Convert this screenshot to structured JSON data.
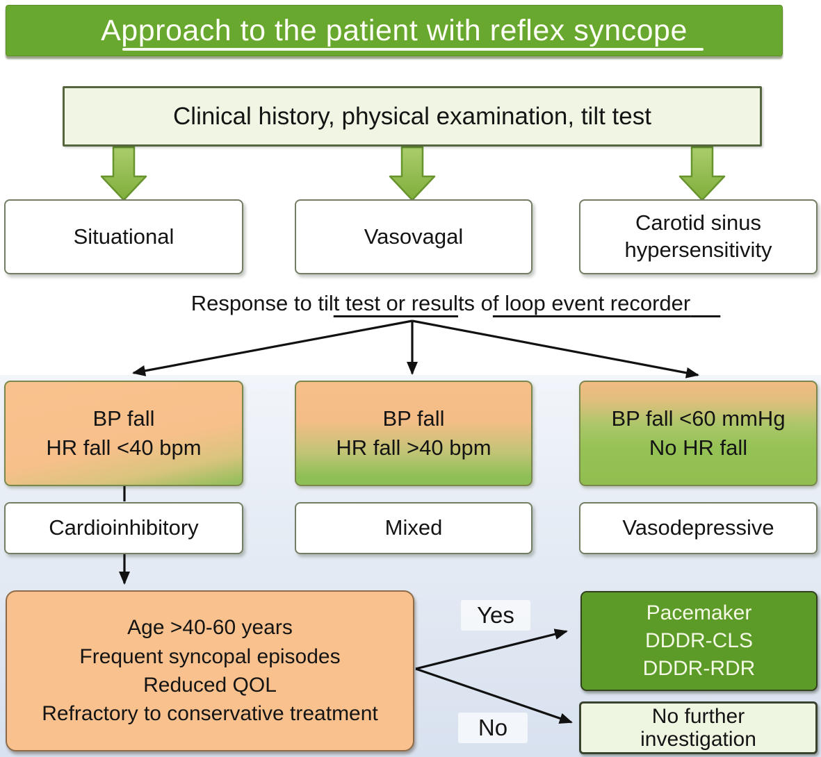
{
  "title": "Approach to the patient with reflex syncope",
  "assessment": "Clinical history, physical examination, tilt test",
  "syncope_types": [
    {
      "label": "Situational"
    },
    {
      "label": "Vasovagal"
    },
    {
      "label": "Carotid sinus hypersensitivity"
    }
  ],
  "response_line": {
    "part1": "Response to til",
    "underline1": "t test or resul",
    "part2": "ts o",
    "underline2": "f loop event recorder",
    "underline_tail": "     "
  },
  "tilt_results": [
    {
      "lines": [
        "BP fall",
        "HR fall <40 bpm"
      ]
    },
    {
      "lines": [
        "BP fall",
        "HR fall >40 bpm"
      ]
    },
    {
      "lines": [
        "BP fall <60 mmHg",
        "No HR fall"
      ]
    }
  ],
  "classifications": [
    {
      "label": "Cardioinhibitory"
    },
    {
      "label": "Mixed"
    },
    {
      "label": "Vasodepressive"
    }
  ],
  "criteria": {
    "lines": [
      "Age >40-60 years",
      "Frequent syncopal episodes",
      "Reduced QOL",
      "Refractory to conservative treatment"
    ]
  },
  "decision": {
    "yes_label": "Yes",
    "no_label": "No"
  },
  "yes_outcome": {
    "lines": [
      "Pacemaker",
      "DDDR-CLS",
      "DDDR-RDR"
    ]
  },
  "no_outcome": {
    "lines": [
      "No further",
      "investigation"
    ]
  },
  "colors": {
    "header_green": "#69A82F",
    "panel_light_green": "#F0F6E3",
    "block_arrow_green": "#95C053",
    "outcome_green": "#5C9B27",
    "criteria_orange": "#F9C18D",
    "no_further_bg": "#EEF5E1",
    "ink": "#141414"
  }
}
